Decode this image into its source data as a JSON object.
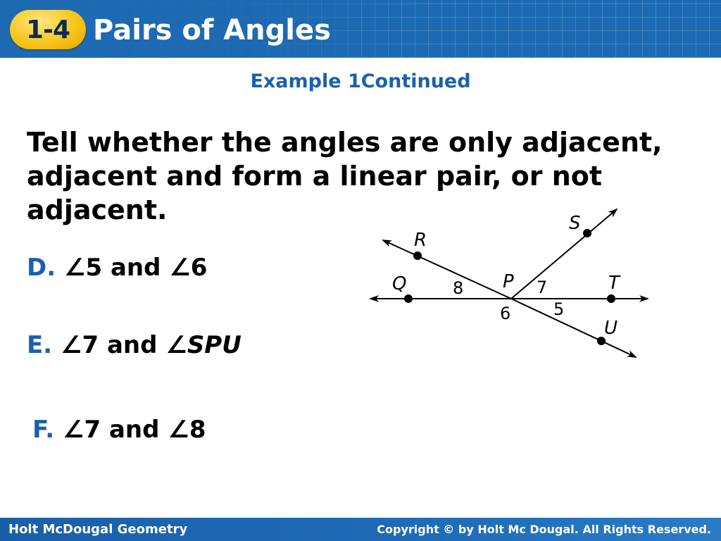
{
  "header": {
    "lesson_number": "1-4",
    "lesson_title": "Pairs of Angles"
  },
  "subtitle": "Example 1Continued",
  "instruction": "Tell whether the angles are only adjacent, adjacent and form a linear pair, or not adjacent.",
  "problems": [
    {
      "letter": "D.",
      "first": "∠5",
      "connector": "and",
      "second_symbol": "∠",
      "second_text": "6",
      "second_italic": false
    },
    {
      "letter": "E.",
      "first": "∠7",
      "connector": "and",
      "second_symbol": "∠",
      "second_text": "SPU",
      "second_italic": true
    },
    {
      "letter": "F.",
      "first": "∠7",
      "connector": "and",
      "second_symbol": "∠",
      "second_text": "8",
      "second_italic": false
    }
  ],
  "diagram": {
    "point_labels": {
      "R": "R",
      "S": "S",
      "Q": "Q",
      "P": "P",
      "T": "T",
      "U": "U"
    },
    "angle_labels": {
      "a5": "5",
      "a6": "6",
      "a7": "7",
      "a8": "8"
    }
  },
  "footer": {
    "left": "Holt McDougal Geometry",
    "right": "Copyright © by Holt Mc Dougal. All Rights Reserved."
  },
  "colors": {
    "header_blue": "#1d6ab3",
    "badge_yellow": "#f7c215",
    "accent_blue": "#1a61ad"
  }
}
